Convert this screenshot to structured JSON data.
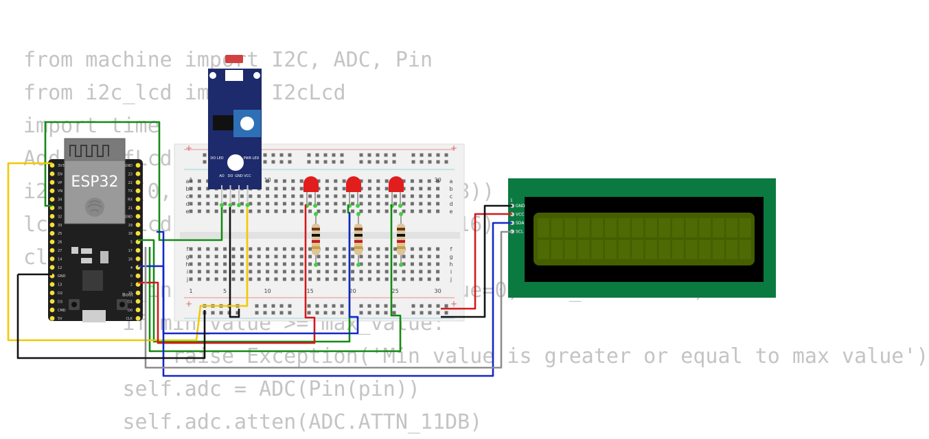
{
  "code_lines": [
    "from machine import I2C, ADC, Pin",
    "from i2c_lcd import I2cLcd",
    "import time",
    "AddressOfLcd = 0x27",
    "i2c = I2C(0, scl=Pin(22), sda=Pin(18))",
    "lcd = I2cLcd(i2c, AddressOfLcd, 2, 16)",
    "class LDR:",
    "    def __init__(self, pin, min_value=0, max_value=100):",
    "        if min_value >= max_value:",
    "            raise Exception('Min value is greater or equal to max value')",
    "        self.adc = ADC(Pin(pin))",
    "        self.adc.atten(ADC.ATTN_11DB)"
  ],
  "esp32": {
    "label": "ESP32",
    "left_pins": [
      "3V3",
      "EN",
      "VP",
      "VN",
      "34",
      "35",
      "32",
      "33",
      "25",
      "26",
      "27",
      "14",
      "12",
      "GND",
      "13",
      "D2",
      "D3",
      "CMD",
      "5V"
    ],
    "right_pins": [
      "GND",
      "23",
      "22",
      "TX",
      "RX",
      "21",
      "GND",
      "19",
      "18",
      "5",
      "17",
      "16",
      "4",
      "0",
      "2",
      "15",
      "D1",
      "D0",
      "CLK"
    ],
    "boot_label": "Boot"
  },
  "ldr_module": {
    "pins": [
      "AO",
      "DO",
      "GND",
      "VCC"
    ],
    "labels": [
      "DO LED",
      "PWR LED"
    ]
  },
  "breadboard": {
    "row_letters": [
      "a",
      "b",
      "c",
      "d",
      "e",
      "f",
      "g",
      "h",
      "i",
      "j"
    ],
    "col_numbers": [
      "1",
      "5",
      "10",
      "15",
      "20",
      "25",
      "30"
    ]
  },
  "lcd": {
    "pins": [
      "GND",
      "VCC",
      "SDA",
      "SCL"
    ],
    "pin1_label": "1"
  },
  "colors": {
    "board_green": "#0a7a41",
    "lcd_screen": "#445e00",
    "wire_green": "#138a13",
    "wire_blue": "#1427c8",
    "wire_yellow": "#f3c800",
    "wire_red": "#d41919",
    "wire_black": "#111111",
    "wire_gray": "#8e8e8e"
  }
}
